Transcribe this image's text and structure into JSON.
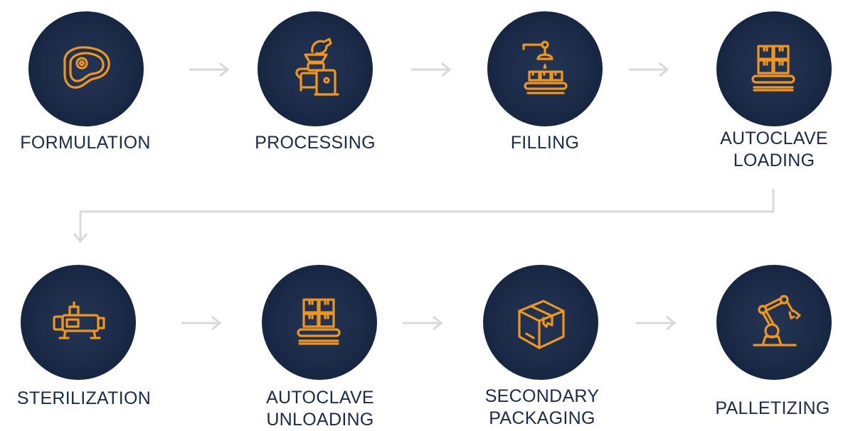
{
  "steps": [
    {
      "label": "FORMULATION",
      "icon": "steak-icon"
    },
    {
      "label": "PROCESSING",
      "icon": "meat-grinder-icon"
    },
    {
      "label": "FILLING",
      "icon": "filling-machine-icon"
    },
    {
      "label": "AUTOCLAVE LOADING",
      "icon": "boxes-on-conveyor-icon"
    },
    {
      "label": "STERILIZATION",
      "icon": "sterilizer-machine-icon"
    },
    {
      "label": "AUTOCLAVE UNLOADING",
      "icon": "boxes-on-conveyor-icon"
    },
    {
      "label": "SECONDARY PACKAGING",
      "icon": "box-icon"
    },
    {
      "label": "PALLETIZING",
      "icon": "robot-arm-icon"
    }
  ],
  "colors": {
    "circle": "#1a2a47",
    "icon": "#f0961c",
    "arrow": "#d9d9d9",
    "text": "#1a2a4a"
  }
}
